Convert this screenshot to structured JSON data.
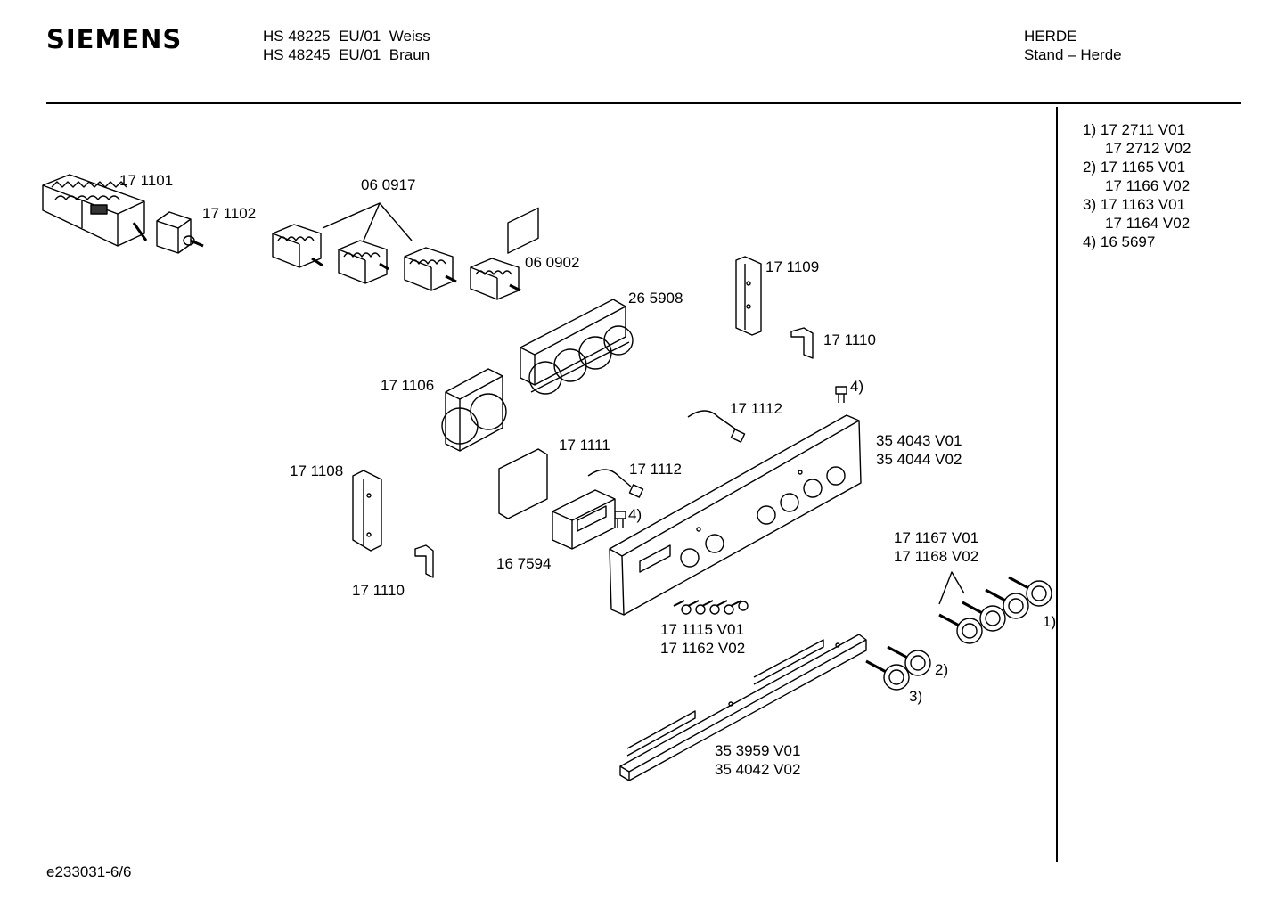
{
  "header": {
    "brand": "SIEMENS",
    "models": [
      {
        "model": "HS 48225",
        "variant": "EU/01",
        "color": "Weiss"
      },
      {
        "model": "HS 48245",
        "variant": "EU/01",
        "color": "Braun"
      }
    ],
    "category": "HERDE",
    "subcategory": "Stand – Herde"
  },
  "legend": [
    {
      "idx": "1)",
      "parts": [
        "17 2711 V01",
        "17 2712 V02"
      ]
    },
    {
      "idx": "2)",
      "parts": [
        "17 1165 V01",
        "17 1166 V02"
      ]
    },
    {
      "idx": "3)",
      "parts": [
        "17 1163 V01",
        "17 1164 V02"
      ]
    },
    {
      "idx": "4)",
      "parts": [
        "16 5697"
      ]
    }
  ],
  "parts": {
    "p171101": "17 1101",
    "p171102": "17 1102",
    "p060917": "06 0917",
    "p060902": "06 0902",
    "p265908": "26 5908",
    "p171109": "17 1109",
    "p171110a": "17 1110",
    "p171106": "17 1106",
    "p171112a": "17 1112",
    "p171111": "17 1111",
    "p171112b": "17 1112",
    "p171108": "17 1108",
    "p167594": "16 7594",
    "p171110b": "17 1110",
    "p354043": [
      "35 4043 V01",
      "35 4044 V02"
    ],
    "p171167": [
      "17 1167 V01",
      "17 1168 V02"
    ],
    "p171115": [
      "17 1115 V01",
      "17 1162 V02"
    ],
    "p353959": [
      "35 3959 V01",
      "35 4042 V02"
    ],
    "ref4a": "4)",
    "ref4b": "4)",
    "ref1": "1)",
    "ref2": "2)",
    "ref3": "3)"
  },
  "footer": {
    "doc_id": "e233031-6/6"
  }
}
